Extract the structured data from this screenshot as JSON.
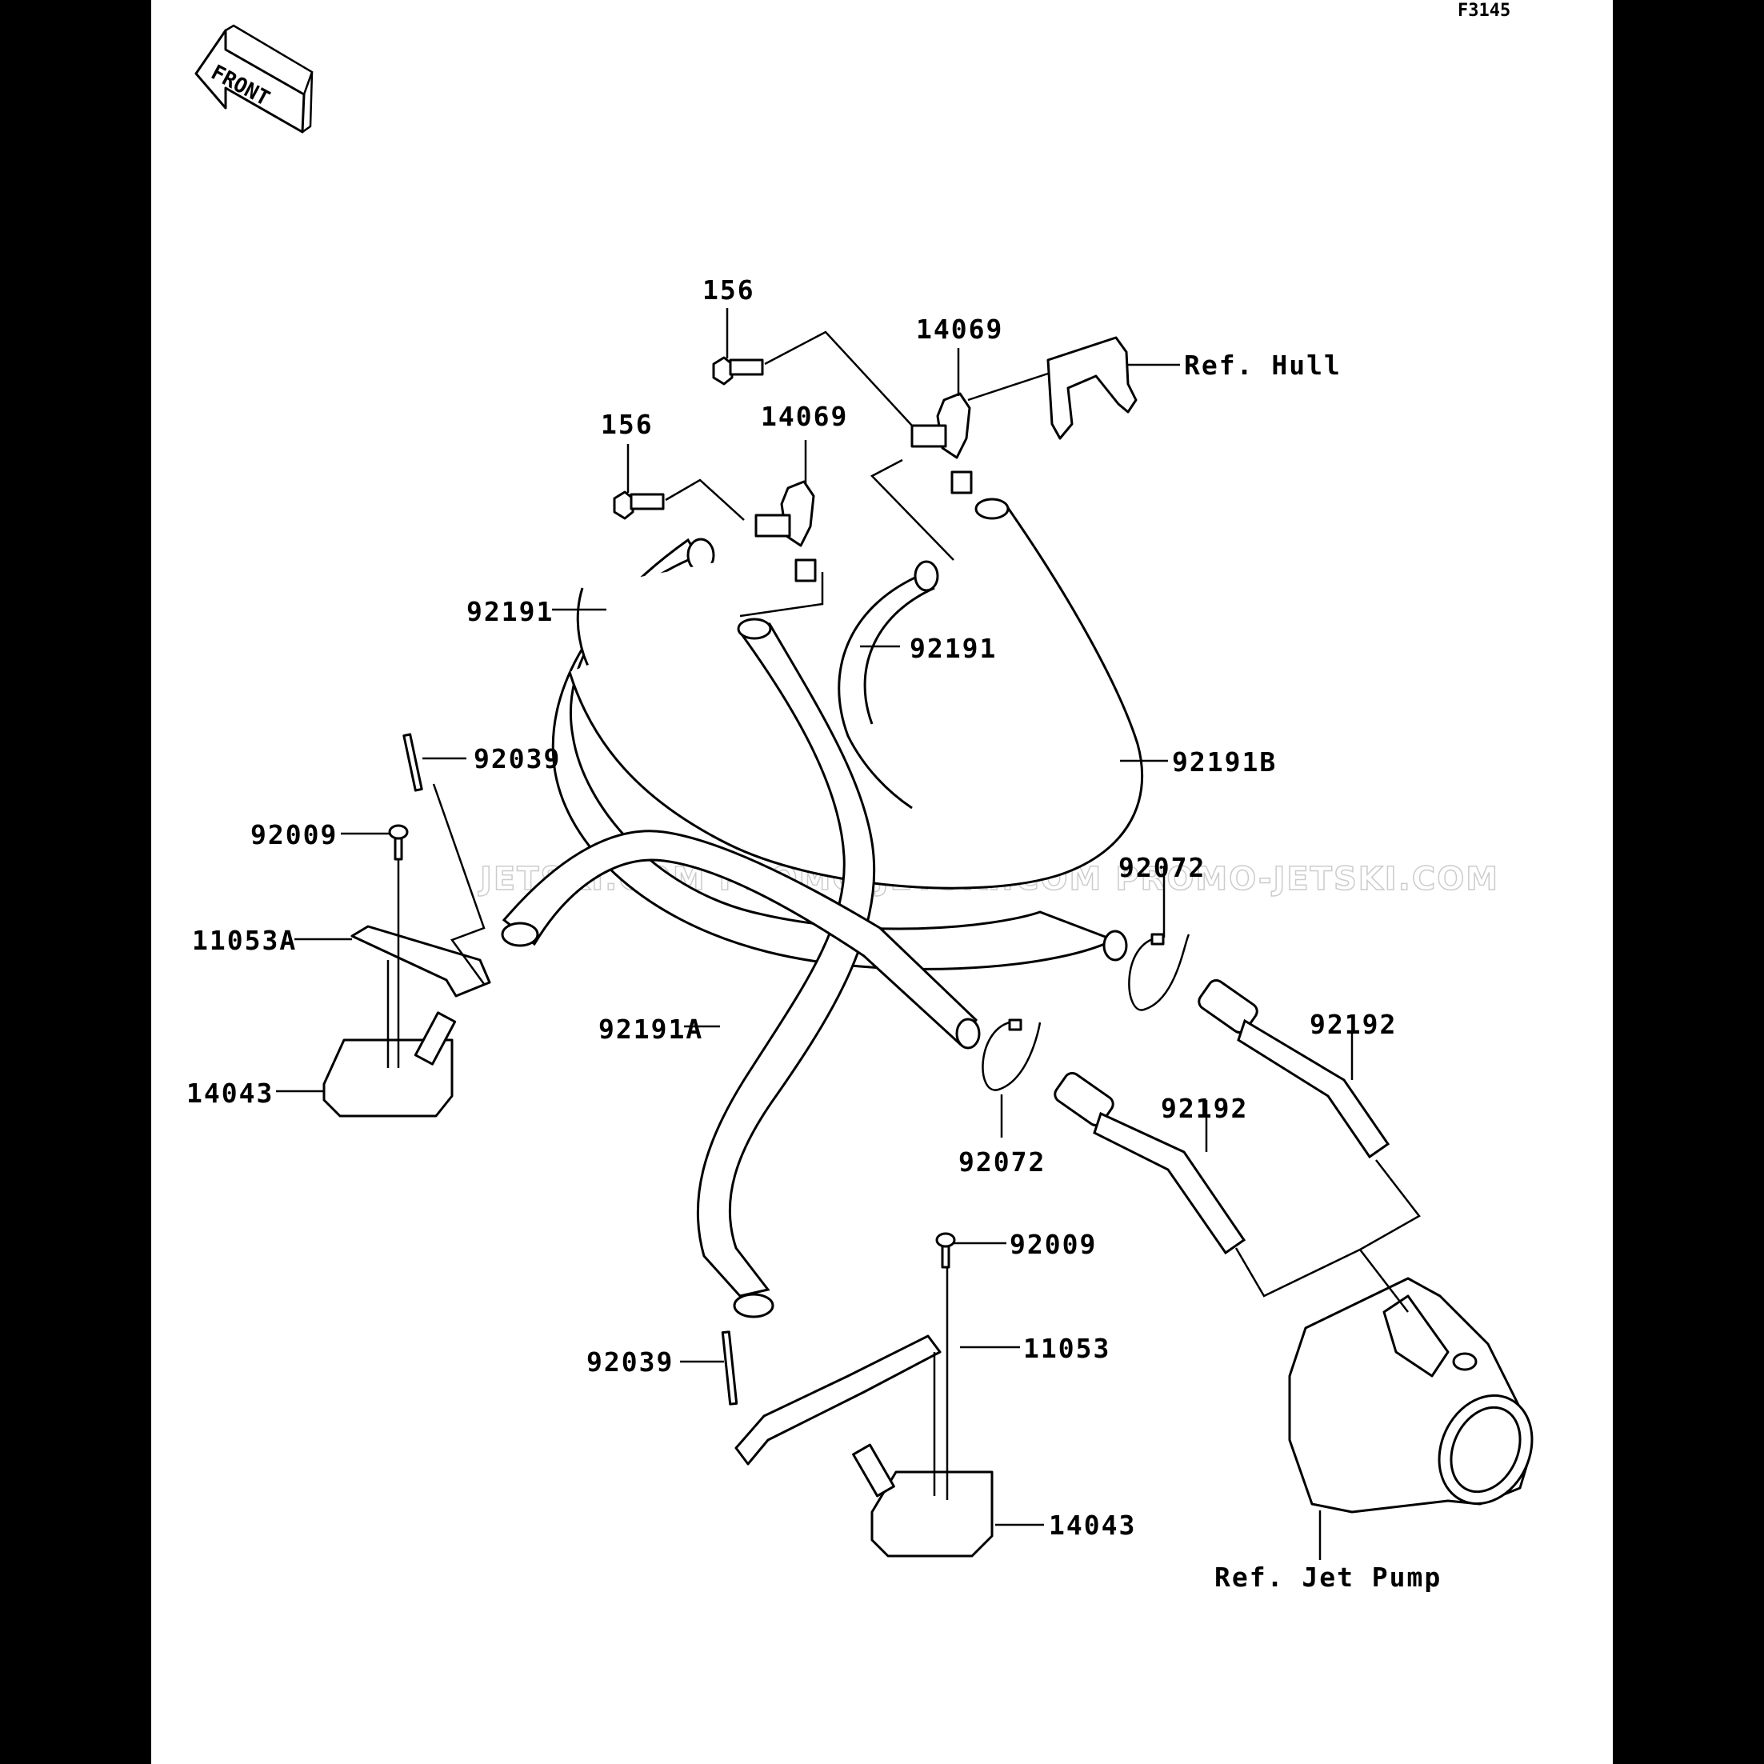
{
  "diagram": {
    "code": "F3145",
    "front_label": "FRONT",
    "watermark": "JETSKI.COM  PROMO-JETSKI.COM  PROMO-JETSKI.COM",
    "callouts": {
      "bolt_top": "156",
      "bolt_mid": "156",
      "fitting_top": "14069",
      "fitting_mid": "14069",
      "ref_hull": "Ref. Hull",
      "hose_left": "92191",
      "hose_center": "92191",
      "hose_b": "92191B",
      "hose_a": "92191A",
      "rivet_left": "92039",
      "rivet_bottom": "92039",
      "screw_left": "92009",
      "screw_bottom": "92009",
      "bracket_a": "11053A",
      "bracket": "11053",
      "strainer_left": "14043",
      "strainer_bottom": "14043",
      "clamp_upper": "92072",
      "clamp_lower": "92072",
      "pipe_right": "92192",
      "pipe_left": "92192",
      "ref_jet_pump": "Ref. Jet Pump"
    }
  }
}
